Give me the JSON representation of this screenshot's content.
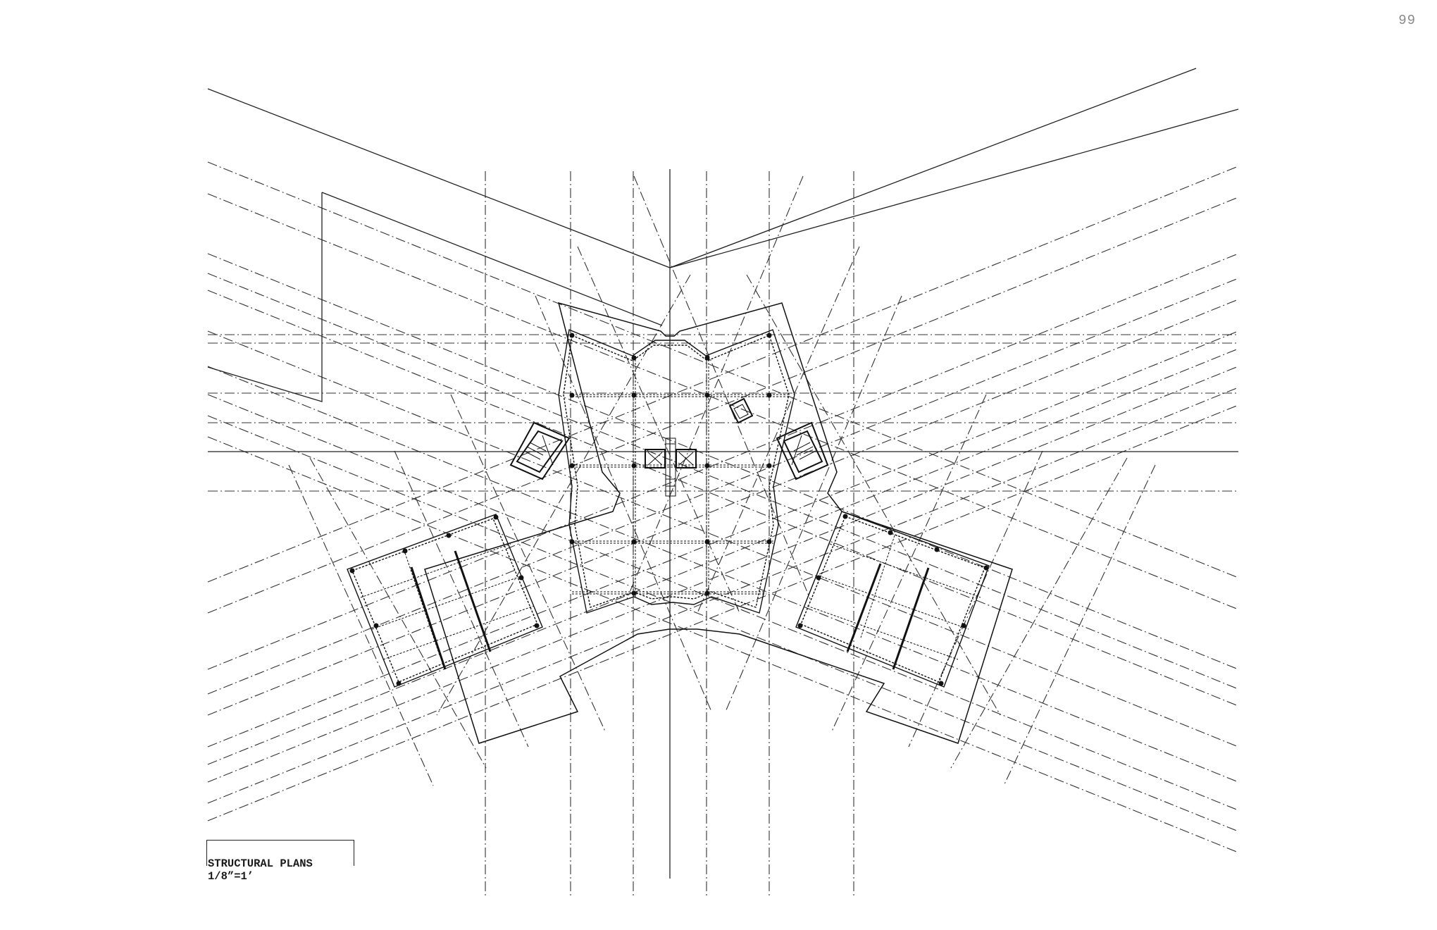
{
  "page": {
    "number": "99"
  },
  "drawing": {
    "title": "STRUCTURAL PLANS",
    "scale": "1/8”=1’"
  }
}
